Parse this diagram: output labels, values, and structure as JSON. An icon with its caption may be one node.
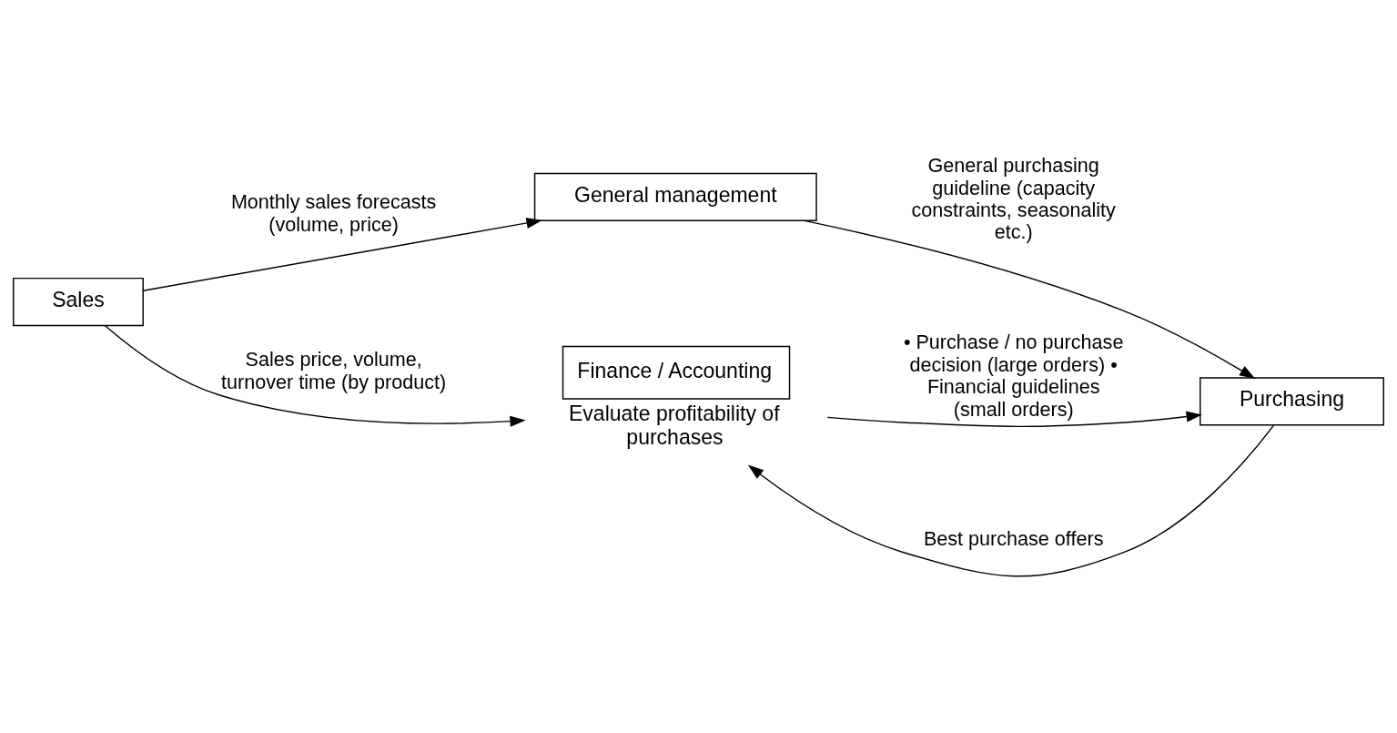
{
  "diagram": {
    "nodes": [
      {
        "text": [
          "General management"
        ]
      },
      {
        "text": [
          "Sales"
        ]
      },
      {
        "text": [
          "Purchasing"
        ]
      },
      {
        "text": [
          "Finance / Accounting"
        ],
        "beside": [
          "Evaluate profitability of purchases"
        ]
      }
    ],
    "edges": [
      {
        "from": 1,
        "to": 0,
        "arrow": "to",
        "label": "Monthly sales forecasts (volume, price)"
      },
      {
        "from": 0,
        "to": 2,
        "arrow": "to",
        "label": "General purchasing guideline (capacity constraints, seasonality etc.)"
      },
      {
        "from": 1,
        "to": 3,
        "arrow": "to",
        "label": "Sales price, volume, turnover time (by product)"
      },
      {
        "from": 2,
        "to": 3,
        "arrow": "to",
        "label": "Best purchase offers"
      },
      {
        "from": 3,
        "to": 2,
        "arrow": "to",
        "label": "• Purchase / no purchase decision (large orders) • Financial guidelines (small orders)"
      }
    ]
  }
}
